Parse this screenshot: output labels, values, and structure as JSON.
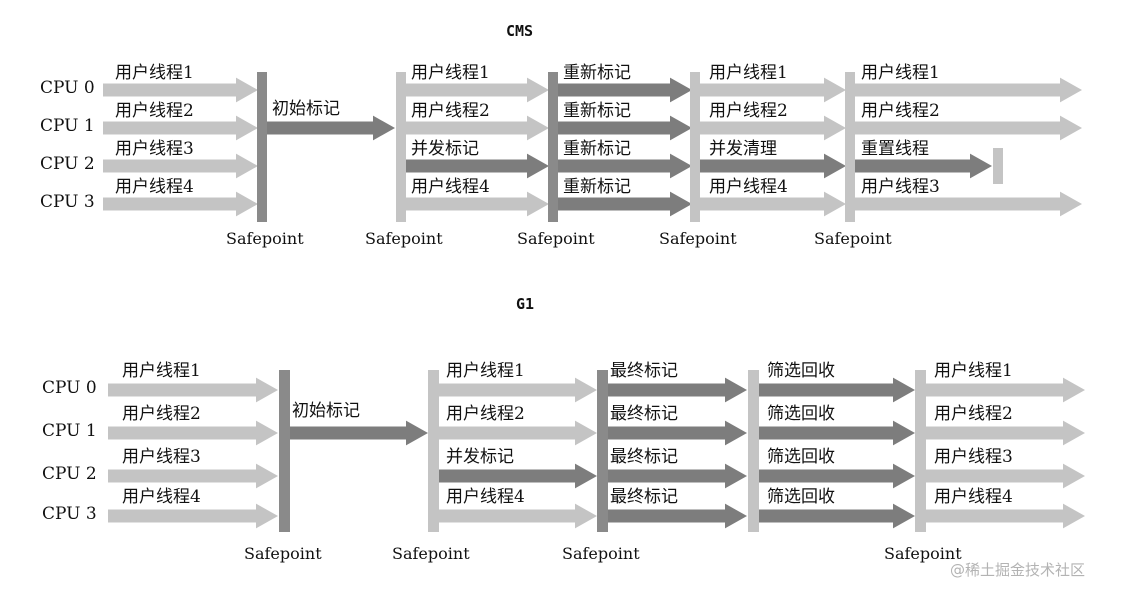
{
  "diagrams": [
    {
      "title": "CMS",
      "cpu_labels": [
        "CPU 0",
        "CPU 1",
        "CPU 2",
        "CPU 3"
      ],
      "phases": [
        [
          "用户线程1",
          "用户线程2",
          "用户线程3",
          "用户线程4"
        ],
        [
          "初始标记"
        ],
        [
          "用户线程1",
          "用户线程2",
          "并发标记",
          "用户线程4"
        ],
        [
          "重新标记",
          "重新标记",
          "重新标记",
          "重新标记"
        ],
        [
          "用户线程1",
          "用户线程2",
          "并发清理",
          "用户线程4"
        ],
        [
          "用户线程1",
          "用户线程2",
          "重置线程",
          "用户线程3"
        ]
      ],
      "safepoint_label": "Safepoint",
      "safepoint_count": 5
    },
    {
      "title": "G1",
      "cpu_labels": [
        "CPU 0",
        "CPU 1",
        "CPU 2",
        "CPU 3"
      ],
      "phases": [
        [
          "用户线程1",
          "用户线程2",
          "用户线程3",
          "用户线程4"
        ],
        [
          "初始标记"
        ],
        [
          "用户线程1",
          "用户线程2",
          "并发标记",
          "用户线程4"
        ],
        [
          "最终标记",
          "最终标记",
          "最终标记",
          "最终标记"
        ],
        [
          "筛选回收",
          "筛选回收",
          "筛选回收",
          "筛选回收"
        ],
        [
          "用户线程1",
          "用户线程2",
          "用户线程3",
          "用户线程4"
        ]
      ],
      "safepoint_label": "Safepoint",
      "safepoint_count": 4
    }
  ],
  "watermark": "@稀土掘金技术社区",
  "colors": {
    "arrow_light": "#c4c4c4",
    "arrow_dark": "#7d7d7d",
    "bar": "#8a8a8a",
    "bar_light": "#c4c4c4"
  }
}
